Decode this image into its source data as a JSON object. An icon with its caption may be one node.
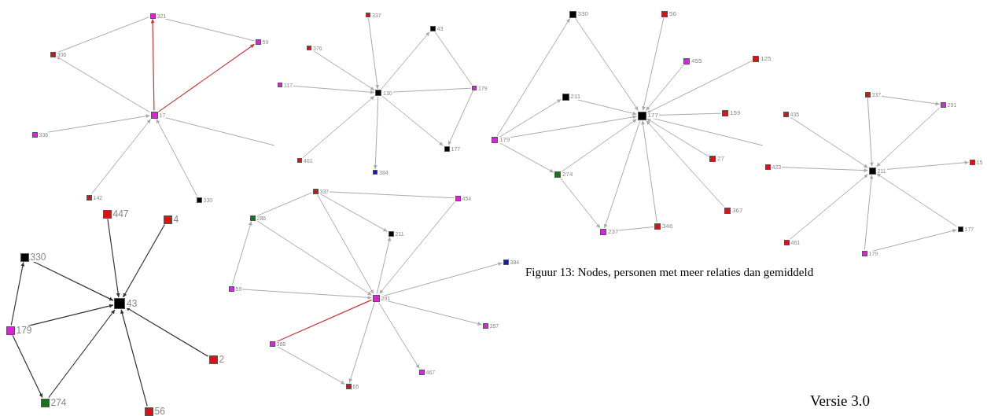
{
  "diagram": {
    "caption": "Figuur 13: Nodes, personen met meer relaties dan gemiddeld",
    "nodes": [
      {
        "text": [],
        "shape": "box",
        "beside": [
          "17"
        ]
      },
      {
        "text": [],
        "shape": "box",
        "beside": [
          "321"
        ]
      },
      {
        "text": [],
        "shape": "box",
        "beside": [
          "59"
        ]
      },
      {
        "text": [],
        "shape": "box",
        "beside": [
          "306"
        ]
      },
      {
        "text": [],
        "shape": "box",
        "beside": [
          "336"
        ]
      },
      {
        "text": [],
        "shape": "box",
        "beside": [
          "142"
        ]
      },
      {
        "text": [],
        "shape": "box",
        "beside": [
          "330"
        ]
      },
      {
        "text": [],
        "shape": "box",
        "beside": [
          "337"
        ]
      },
      {
        "text": [],
        "shape": "box",
        "beside": [
          "43"
        ]
      },
      {
        "text": [],
        "shape": "box",
        "beside": [
          "376"
        ]
      },
      {
        "text": [],
        "shape": "box",
        "beside": [
          "117"
        ]
      },
      {
        "text": [],
        "shape": "box",
        "beside": [
          "130"
        ]
      },
      {
        "text": [],
        "shape": "box",
        "beside": [
          "179"
        ]
      },
      {
        "text": [],
        "shape": "box",
        "beside": [
          "177"
        ]
      },
      {
        "text": [],
        "shape": "box",
        "beside": [
          "461"
        ]
      },
      {
        "text": [],
        "shape": "box",
        "beside": [
          "384"
        ]
      },
      {
        "text": [],
        "shape": "box",
        "beside": [
          "330"
        ]
      },
      {
        "text": [],
        "shape": "box",
        "beside": [
          "56"
        ]
      },
      {
        "text": [],
        "shape": "box",
        "beside": [
          "455"
        ]
      },
      {
        "text": [],
        "shape": "box",
        "beside": [
          "125"
        ]
      },
      {
        "text": [],
        "shape": "box",
        "beside": [
          "211"
        ]
      },
      {
        "text": [],
        "shape": "box",
        "beside": [
          "177"
        ]
      },
      {
        "text": [],
        "shape": "box",
        "beside": [
          "159"
        ]
      },
      {
        "text": [],
        "shape": "box",
        "beside": [
          "179"
        ]
      },
      {
        "text": [],
        "shape": "box",
        "beside": [
          "274"
        ]
      },
      {
        "text": [],
        "shape": "box",
        "beside": [
          "27"
        ]
      },
      {
        "text": [],
        "shape": "box",
        "beside": [
          "367"
        ]
      },
      {
        "text": [],
        "shape": "box",
        "beside": [
          "346"
        ]
      },
      {
        "text": [],
        "shape": "box",
        "beside": [
          "237"
        ]
      },
      {
        "text": [],
        "shape": "box",
        "beside": [
          "337"
        ]
      },
      {
        "text": [],
        "shape": "box",
        "beside": [
          "291"
        ]
      },
      {
        "text": [],
        "shape": "box",
        "beside": [
          "435"
        ]
      },
      {
        "text": [],
        "shape": "box",
        "beside": [
          "15"
        ]
      },
      {
        "text": [],
        "shape": "box",
        "beside": [
          "423"
        ]
      },
      {
        "text": [],
        "shape": "box",
        "beside": [
          "211"
        ]
      },
      {
        "text": [],
        "shape": "box",
        "beside": [
          "177"
        ]
      },
      {
        "text": [],
        "shape": "box",
        "beside": [
          "461"
        ]
      },
      {
        "text": [],
        "shape": "box",
        "beside": [
          "179"
        ]
      },
      {
        "text": [],
        "shape": "box",
        "beside": [
          "447"
        ]
      },
      {
        "text": [],
        "shape": "box",
        "beside": [
          "4"
        ]
      },
      {
        "text": [],
        "shape": "box",
        "beside": [
          "330"
        ]
      },
      {
        "text": [],
        "shape": "box",
        "beside": [
          "43"
        ]
      },
      {
        "text": [],
        "shape": "box",
        "beside": [
          "179"
        ]
      },
      {
        "text": [],
        "shape": "box",
        "beside": [
          "2"
        ]
      },
      {
        "text": [],
        "shape": "box",
        "beside": [
          "274"
        ]
      },
      {
        "text": [],
        "shape": "box",
        "beside": [
          "56"
        ]
      },
      {
        "text": [],
        "shape": "box",
        "beside": [
          "337"
        ]
      },
      {
        "text": [],
        "shape": "box",
        "beside": [
          "454"
        ]
      },
      {
        "text": [],
        "shape": "box",
        "beside": [
          "286"
        ]
      },
      {
        "text": [],
        "shape": "box",
        "beside": [
          "211"
        ]
      },
      {
        "text": [],
        "shape": "box",
        "beside": [
          "384"
        ]
      },
      {
        "text": [],
        "shape": "box",
        "beside": [
          "59"
        ]
      },
      {
        "text": [],
        "shape": "box",
        "beside": [
          "291"
        ]
      },
      {
        "text": [],
        "shape": "box",
        "beside": [
          "357"
        ]
      },
      {
        "text": [],
        "shape": "box",
        "beside": [
          "368"
        ]
      },
      {
        "text": [],
        "shape": "box",
        "beside": [
          "467"
        ]
      },
      {
        "text": [],
        "shape": "box",
        "beside": [
          "65"
        ]
      }
    ],
    "edges": [
      {
        "from": 0,
        "to": 1,
        "arrow": "to",
        "color": "#cc3333"
      },
      {
        "from": 0,
        "to": 2,
        "arrow": "to",
        "color": "#cc3333"
      },
      {
        "from": 1,
        "to": 3,
        "arrow": "none"
      },
      {
        "from": 1,
        "to": 2,
        "arrow": "none"
      },
      {
        "from": 0,
        "to": 3,
        "arrow": "to"
      },
      {
        "from": 4,
        "to": 0,
        "arrow": "to"
      },
      {
        "from": 5,
        "to": 0,
        "arrow": "to"
      },
      {
        "from": 6,
        "to": 0,
        "arrow": "to"
      },
      {
        "from": 0,
        "to": null,
        "arrow": "none"
      },
      {
        "from": 7,
        "to": 11,
        "arrow": "to"
      },
      {
        "from": 9,
        "to": 11,
        "arrow": "to"
      },
      {
        "from": 10,
        "to": 11,
        "arrow": "to"
      },
      {
        "from": 14,
        "to": 11,
        "arrow": "to"
      },
      {
        "from": 11,
        "to": 15,
        "arrow": "to"
      },
      {
        "from": 11,
        "to": 8,
        "arrow": "to"
      },
      {
        "from": 11,
        "to": 12,
        "arrow": "none"
      },
      {
        "from": 8,
        "to": 12,
        "arrow": "none"
      },
      {
        "from": 12,
        "to": 13,
        "arrow": "to"
      },
      {
        "from": 11,
        "to": 13,
        "arrow": "to"
      },
      {
        "from": 16,
        "to": 21,
        "arrow": "to"
      },
      {
        "from": 17,
        "to": 21,
        "arrow": "to"
      },
      {
        "from": 18,
        "to": 21,
        "arrow": "to"
      },
      {
        "from": 19,
        "to": 21,
        "arrow": "to"
      },
      {
        "from": 20,
        "to": 21,
        "arrow": "to"
      },
      {
        "from": 22,
        "to": 21,
        "arrow": "to"
      },
      {
        "from": 23,
        "to": 21,
        "arrow": "to"
      },
      {
        "from": 23,
        "to": 16,
        "arrow": "to"
      },
      {
        "from": 23,
        "to": 20,
        "arrow": "to"
      },
      {
        "from": 23,
        "to": 24,
        "arrow": "to"
      },
      {
        "from": 24,
        "to": 21,
        "arrow": "to"
      },
      {
        "from": 24,
        "to": 28,
        "arrow": "to"
      },
      {
        "from": 21,
        "to": 28,
        "arrow": "to"
      },
      {
        "from": 25,
        "to": 21,
        "arrow": "to"
      },
      {
        "from": 26,
        "to": 21,
        "arrow": "to"
      },
      {
        "from": 27,
        "to": 21,
        "arrow": "to"
      },
      {
        "from": 28,
        "to": 27,
        "arrow": "none"
      },
      {
        "from": 21,
        "to": null,
        "arrow": "none"
      },
      {
        "from": 29,
        "to": 34,
        "arrow": "to"
      },
      {
        "from": 29,
        "to": 30,
        "arrow": "to"
      },
      {
        "from": 30,
        "to": 34,
        "arrow": "to"
      },
      {
        "from": 31,
        "to": 34,
        "arrow": "to"
      },
      {
        "from": 33,
        "to": 34,
        "arrow": "to"
      },
      {
        "from": 34,
        "to": 32,
        "arrow": "to"
      },
      {
        "from": 36,
        "to": 34,
        "arrow": "to"
      },
      {
        "from": 37,
        "to": 34,
        "arrow": "to"
      },
      {
        "from": 35,
        "to": 34,
        "arrow": "to"
      },
      {
        "from": 37,
        "to": 35,
        "arrow": "to"
      },
      {
        "from": 38,
        "to": 41,
        "arrow": "to",
        "color": "#333333"
      },
      {
        "from": 39,
        "to": 41,
        "arrow": "to",
        "color": "#333333"
      },
      {
        "from": 40,
        "to": 41,
        "arrow": "to",
        "color": "#333333"
      },
      {
        "from": 42,
        "to": 41,
        "arrow": "to",
        "color": "#333333"
      },
      {
        "from": 43,
        "to": 41,
        "arrow": "to",
        "color": "#333333"
      },
      {
        "from": 44,
        "to": 41,
        "arrow": "to",
        "color": "#333333"
      },
      {
        "from": 45,
        "to": 41,
        "arrow": "to",
        "color": "#333333"
      },
      {
        "from": 42,
        "to": 40,
        "arrow": "to",
        "color": "#333333"
      },
      {
        "from": 42,
        "to": 44,
        "arrow": "to",
        "color": "#333333"
      },
      {
        "from": 46,
        "to": 48,
        "arrow": "none"
      },
      {
        "from": 46,
        "to": 47,
        "arrow": "none"
      },
      {
        "from": 46,
        "to": 52,
        "arrow": "to"
      },
      {
        "from": 46,
        "to": 49,
        "arrow": "to"
      },
      {
        "from": 48,
        "to": 52,
        "arrow": "to"
      },
      {
        "from": 51,
        "to": 48,
        "arrow": "to"
      },
      {
        "from": 51,
        "to": 52,
        "arrow": "to"
      },
      {
        "from": 52,
        "to": 49,
        "arrow": "to"
      },
      {
        "from": 47,
        "to": 52,
        "arrow": "to"
      },
      {
        "from": 52,
        "to": 50,
        "arrow": "to"
      },
      {
        "from": 52,
        "to": 53,
        "arrow": "to"
      },
      {
        "from": 52,
        "to": 55,
        "arrow": "to"
      },
      {
        "from": 54,
        "to": 52,
        "arrow": "none",
        "color": "#cc3333"
      },
      {
        "from": 54,
        "to": 56,
        "arrow": "to"
      },
      {
        "from": 52,
        "to": 56,
        "arrow": "to"
      }
    ],
    "labels": [
      "Versie 3.0"
    ]
  }
}
